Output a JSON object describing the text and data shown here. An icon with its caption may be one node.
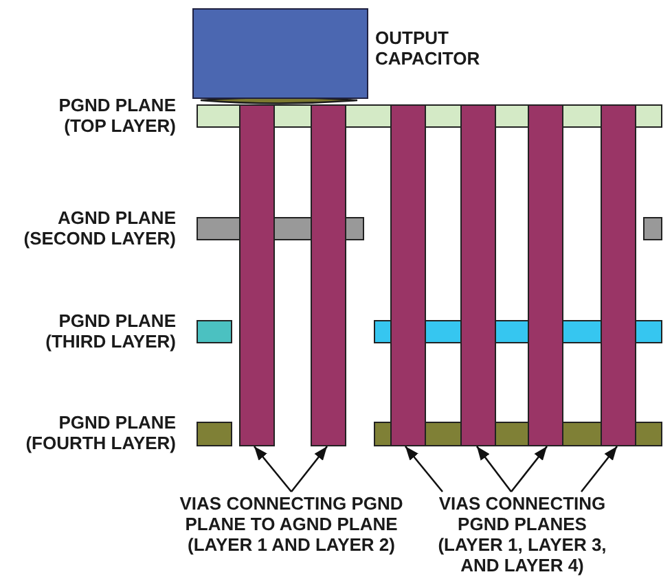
{
  "diagram": {
    "nodes": [
      {
        "text": [],
        "shape": "box",
        "beside": [
          "OUTPUT CAPACITOR"
        ]
      },
      {
        "text": [],
        "shape": "bar"
      },
      {
        "text": [],
        "shape": "bar"
      },
      {
        "text": [],
        "shape": "bar"
      },
      {
        "text": [],
        "shape": "bar"
      },
      {
        "text": [],
        "shape": "bar"
      },
      {
        "text": [],
        "shape": "bar"
      },
      {
        "text": [
          "VIAS CONNECTING PGND PLANE TO AGND PLANE (LAYER 1 AND LAYER 2)"
        ]
      },
      {
        "text": [
          "VIAS CONNECTING PGND PLANES (LAYER 1, LAYER 3, AND LAYER 4)"
        ]
      }
    ],
    "edges": [
      {
        "from": 7,
        "to": 1,
        "arrow": "to"
      },
      {
        "from": 7,
        "to": 2,
        "arrow": "to"
      },
      {
        "from": 8,
        "to": 3,
        "arrow": "to"
      },
      {
        "from": 8,
        "to": 4,
        "arrow": "to"
      },
      {
        "from": 8,
        "to": 5,
        "arrow": "to"
      },
      {
        "from": 8,
        "to": 6,
        "arrow": "to"
      }
    ],
    "labels": [
      "PGND PLANE (TOP LAYER)",
      "AGND PLANE (SECOND LAYER)",
      "PGND PLANE (THIRD LAYER)",
      "PGND PLANE (FOURTH LAYER)"
    ]
  }
}
